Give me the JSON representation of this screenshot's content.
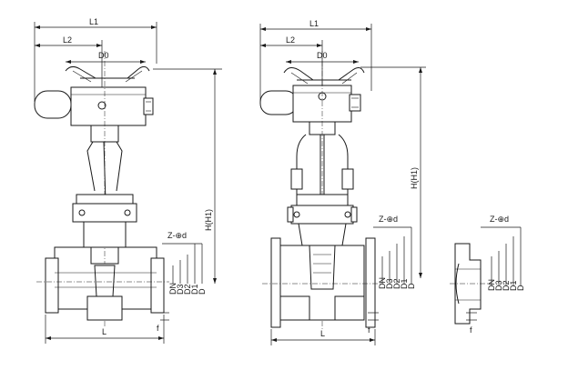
{
  "labels": {
    "L1": "L1",
    "L2": "L2",
    "D0": "D0",
    "H": "H(H1)",
    "Zd": "Z-⊕d",
    "DN": "DN",
    "D3": "D3",
    "D2": "D2",
    "D1": "D1",
    "D": "D",
    "f": "f",
    "L": "L"
  }
}
